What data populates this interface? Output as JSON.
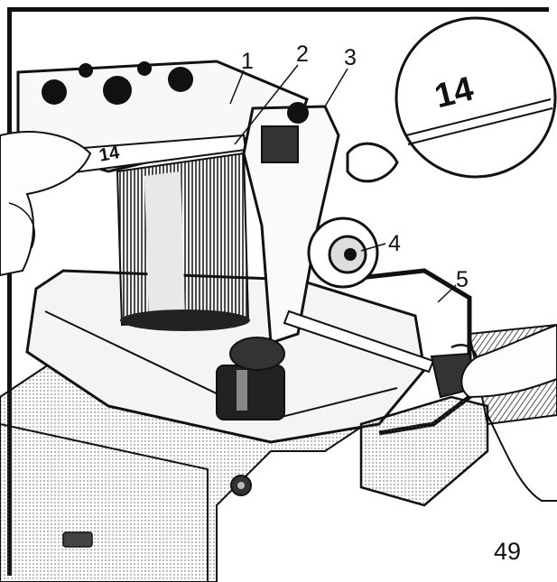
{
  "figure": {
    "callouts": [
      "1",
      "2",
      "3",
      "4",
      "5"
    ],
    "gauge_label": "14",
    "feeler_label": "14",
    "page_number": "49"
  }
}
